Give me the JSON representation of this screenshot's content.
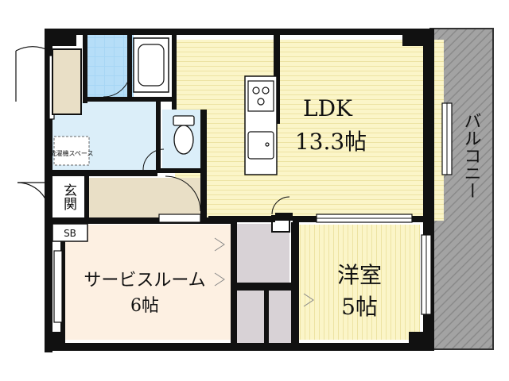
{
  "rooms": {
    "ldk": {
      "name": "LDK",
      "size": "13.3帖",
      "color": "#fbf5c8"
    },
    "western": {
      "name": "洋室",
      "size": "5帖",
      "color": "#fbf5c8"
    },
    "service": {
      "name": "サービスルーム",
      "size": "6帖",
      "color": "#fdf0e2"
    }
  },
  "labels": {
    "genkan": "玄関",
    "shoebox": "SB",
    "balcony": "バルコニー",
    "washer_space": "洗濯機スペース"
  },
  "colors": {
    "wall": "#111111",
    "bath_tile": "#a7d6f5",
    "utility": "#dbeef9",
    "closet": "#d8d2d6",
    "balcony": "#9c9c9c",
    "entrance": "#e9dfc6",
    "floor_line": "#eadfa0"
  },
  "icons": [
    "bathtub-icon",
    "sink-icon",
    "toilet-icon",
    "stove-icon",
    "kitchen-sink-icon",
    "door-swing-icon"
  ]
}
